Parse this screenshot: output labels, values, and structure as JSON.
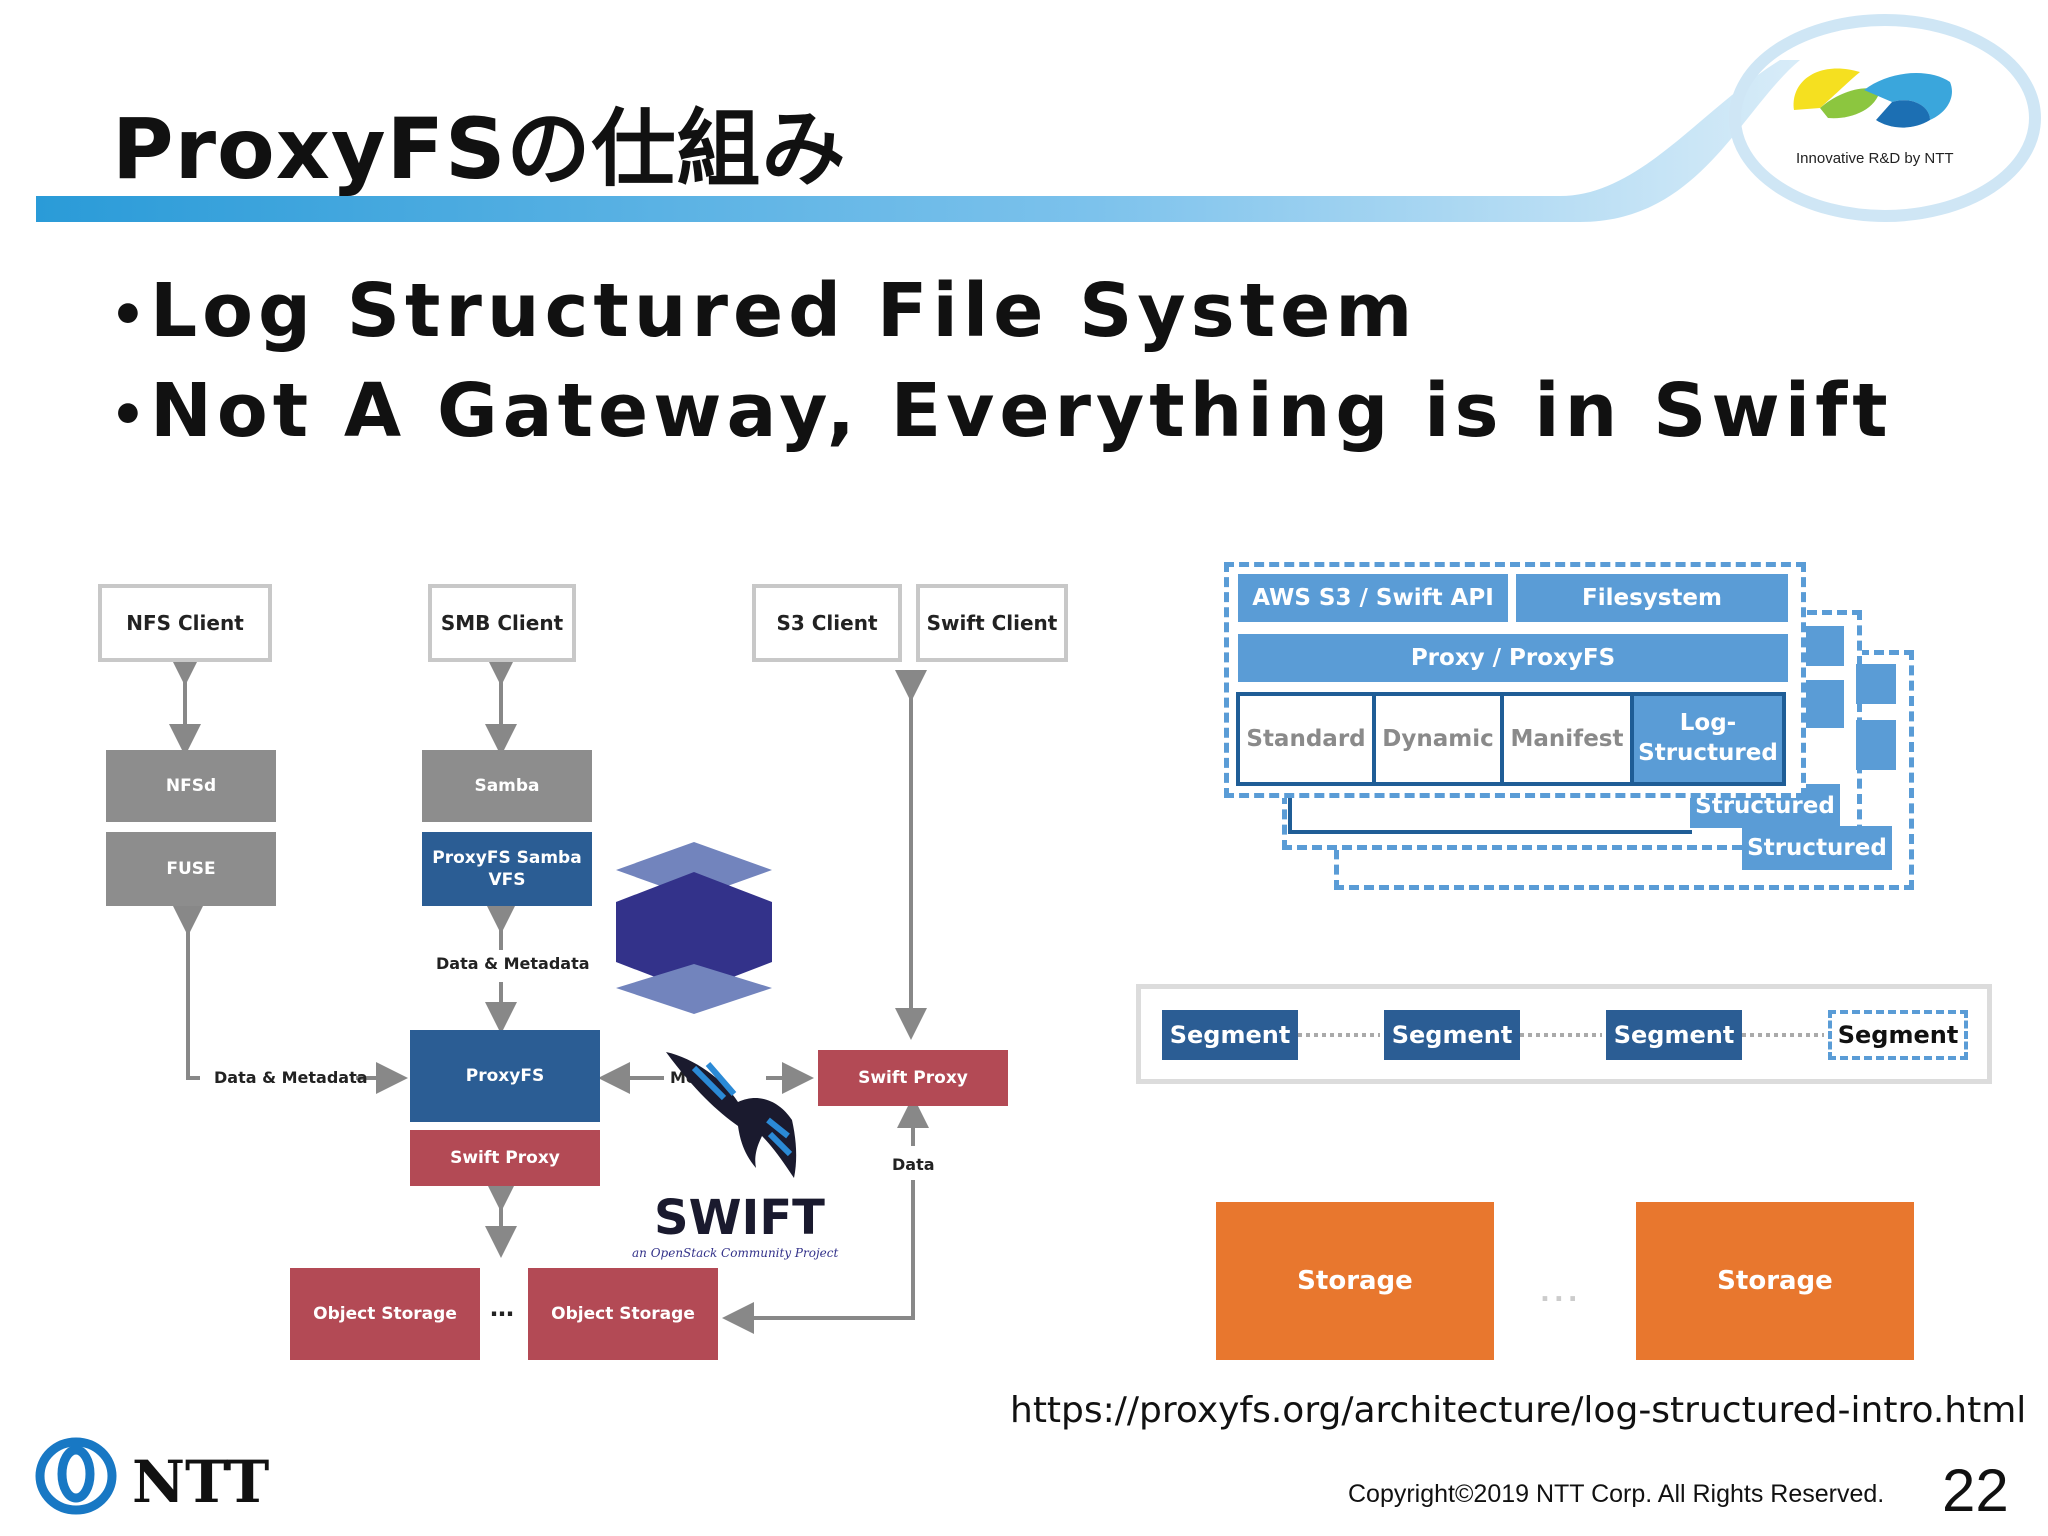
{
  "slide": {
    "title": "ProxyFSの仕組み",
    "bullets": [
      "Log Structured File System",
      "Not A Gateway, Everything is in Swift"
    ],
    "page_number": "22",
    "copyright": "Copyright©2019  NTT Corp. All Rights Reserved.",
    "url": "https://proxyfs.org/architecture/log-structured-intro.html"
  },
  "logo": {
    "tagline": "Innovative R&D by NTT",
    "company": "NTT"
  },
  "left_diagram": {
    "clients": [
      "NFS Client",
      "SMB Client",
      "S3 Client",
      "Swift Client"
    ],
    "nfsd": "NFSd",
    "fuse": "FUSE",
    "samba": "Samba",
    "proxyfs_samba_vfs": [
      "ProxyFS Samba",
      "VFS"
    ],
    "data_metadata_1": "Data & Metadata",
    "data_metadata_2": "Data & Metadata",
    "proxyfs": "ProxyFS",
    "swift_proxy_left": "Swift Proxy",
    "swift_proxy_right": "Swift Proxy",
    "data_label": "Data",
    "metadata_partial": "Me",
    "object_storage_1": "Object Storage",
    "object_storage_2": "Object Storage",
    "ellipsis": "…",
    "swift_logo_text": "SWIFT",
    "swift_logo_sub": "an OpenStack Community Project"
  },
  "right_diagram": {
    "api": "AWS S3 / Swift API",
    "filesystem": "Filesystem",
    "proxy": "Proxy / ProxyFS",
    "policies": [
      "Standard",
      "Dynamic",
      "Manifest"
    ],
    "log_structured": [
      "Log-",
      "Structured"
    ],
    "structured_back1": "Structured",
    "structured_back2": "Structured",
    "segments": [
      "Segment",
      "Segment",
      "Segment",
      "Segment"
    ],
    "storage": [
      "Storage",
      "Storage"
    ],
    "storage_ellipsis": "..."
  },
  "colors": {
    "header_bar": "#4aa6de",
    "light_blue": "#5a9cd6",
    "dark_blue": "#2b5d94",
    "red": "#b34a55",
    "gray": "#8d8d8d",
    "orange": "#e8772e",
    "swift_purple": "#33328a"
  }
}
